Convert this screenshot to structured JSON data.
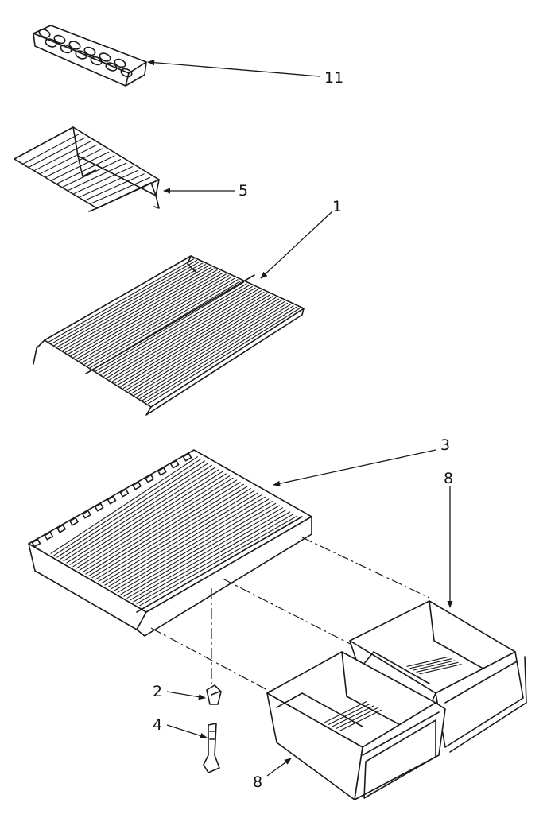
{
  "callouts": [
    {
      "id": "ice-tray",
      "label": "11"
    },
    {
      "id": "shelf-small",
      "label": "5"
    },
    {
      "id": "shelf-main",
      "label": "1"
    },
    {
      "id": "crisper-cover",
      "label": "3"
    },
    {
      "id": "crisper-right",
      "label": "8"
    },
    {
      "id": "part-2",
      "label": "2"
    },
    {
      "id": "part-4",
      "label": "4"
    },
    {
      "id": "crisper-left",
      "label": "8"
    }
  ],
  "colors": {
    "ink": "#1a1a1a",
    "paper": "#ffffff"
  }
}
